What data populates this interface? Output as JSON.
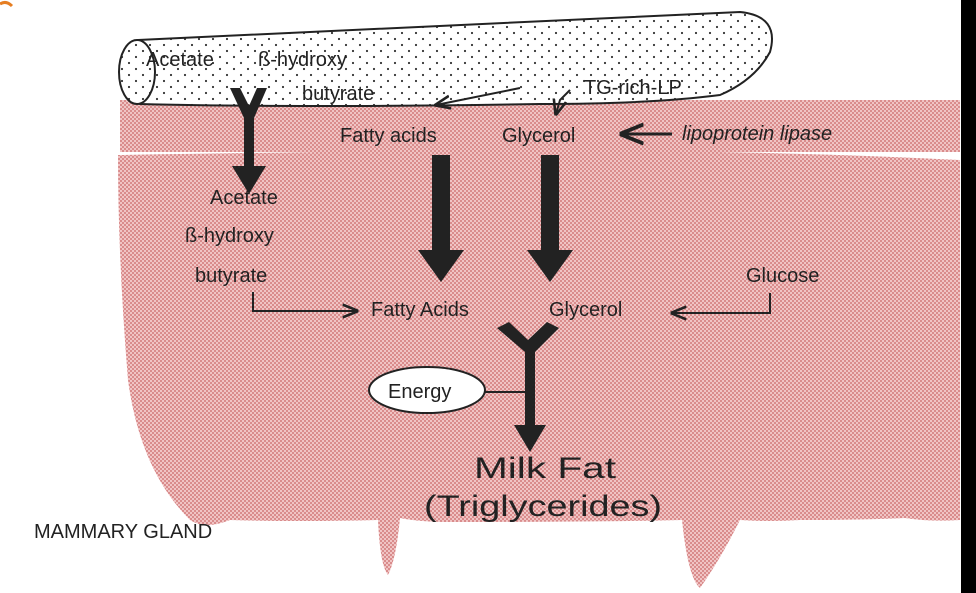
{
  "diagram": {
    "colors": {
      "background": "#000000",
      "panel": "#ffffff",
      "gland": "#e8a7a7",
      "vessel_fill": "#ffffff",
      "vessel_dots": "#333333",
      "arrow": "#222222",
      "corner_accent": "#e67e22"
    },
    "vessel": {
      "acetate": "Acetate",
      "bhb_line1": "ß-hydroxy",
      "bhb_line2": "butyrate",
      "tg_rich_lp": "TG-rich-LP"
    },
    "capillary_wall": {
      "fatty_acids": "Fatty acids",
      "glycerol": "Glycerol",
      "enzyme": "lipoprotein lipase"
    },
    "cell": {
      "acetate": "Acetate",
      "bhb_line1": "ß-hydroxy",
      "bhb_line2": "butyrate",
      "fatty_acids": "Fatty Acids",
      "glycerol": "Glycerol",
      "glucose": "Glucose",
      "energy": "Energy",
      "product_line1": "Milk Fat",
      "product_line2": "(Triglycerides)"
    },
    "region_label": "MAMMARY GLAND",
    "icons": {
      "corner": "orange-corner-mark"
    }
  }
}
